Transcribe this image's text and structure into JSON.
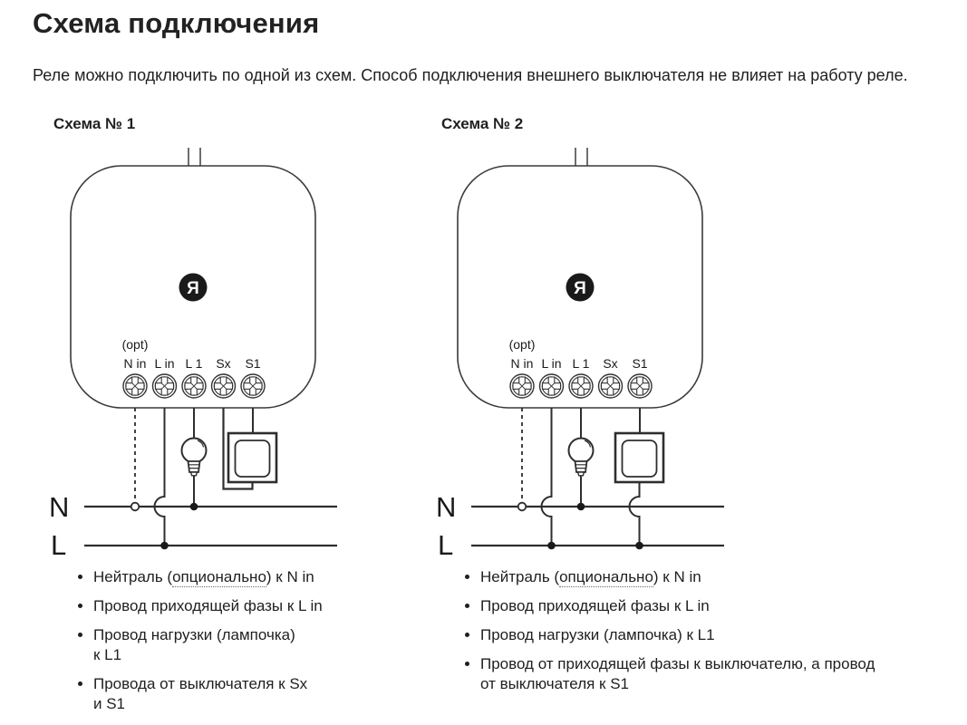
{
  "page": {
    "title": "Схема подключения",
    "intro": "Реле можно подключить по одной из схем. Способ подключения внешнего выключателя не влияет на работу реле."
  },
  "device": {
    "logo_glyph": "Я",
    "opt_label": "(opt)",
    "terminals": [
      "N in",
      "L in",
      "L 1",
      "Sx",
      "S1"
    ]
  },
  "power_lines": {
    "neutral": "N",
    "live": "L"
  },
  "schemes": [
    {
      "heading": "Схема № 1",
      "bullets": [
        {
          "pre": "Нейтраль (",
          "hint": "опционально",
          "post": ") к N in"
        },
        {
          "text": "Провод приходящей фазы к L in"
        },
        {
          "text": "Провод нагрузки (лампочка)\nк L1"
        },
        {
          "text": "Провода от выключателя к Sx\nи S1"
        }
      ]
    },
    {
      "heading": "Схема № 2",
      "bullets": [
        {
          "pre": "Нейтраль (",
          "hint": "опционально",
          "post": ") к N in"
        },
        {
          "text": "Провод приходящей фазы к L in"
        },
        {
          "text": "Провод нагрузки (лампочка) к L1"
        },
        {
          "text": "Провод от приходящей фазы к выключателю, а провод\nот выключателя к S1"
        }
      ]
    }
  ],
  "colors": {
    "line": "#333333",
    "text": "#1a1a1a",
    "logo_background": "#1a1a1a"
  }
}
